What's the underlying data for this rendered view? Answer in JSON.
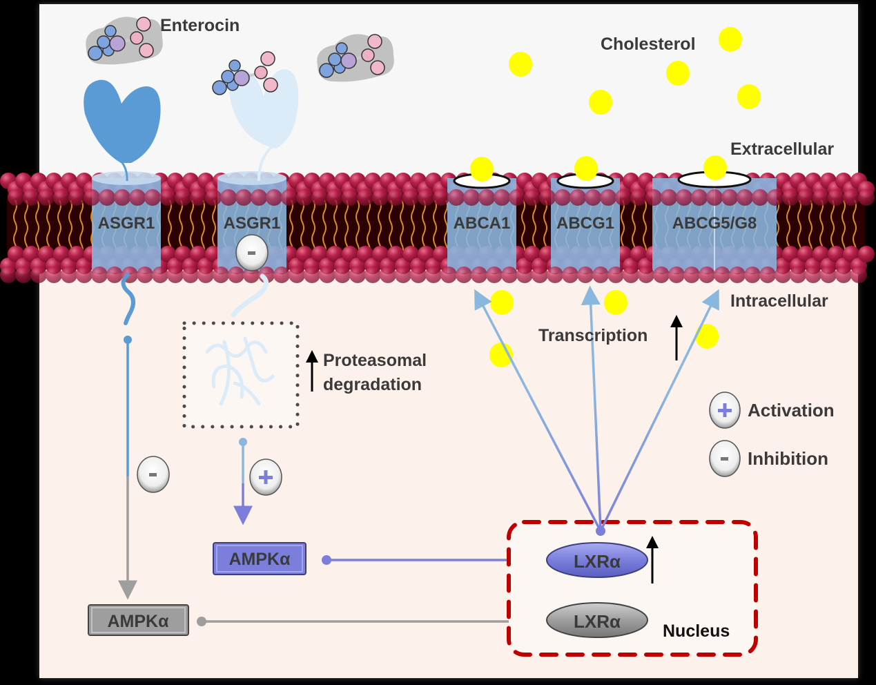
{
  "labels": {
    "enterocin": "Enterocin",
    "cholesterol": "Cholesterol",
    "extracellular": "Extracellular",
    "intracellular": "Intracellular",
    "transcription": "Transcription",
    "proteasomal_line1": "Proteasomal",
    "proteasomal_line2": "degradation",
    "nucleus": "Nucleus"
  },
  "transporters": [
    {
      "name": "ASGR1",
      "state": "active"
    },
    {
      "name": "ASGR1",
      "state": "inhibited"
    },
    {
      "name": "ABCA1"
    },
    {
      "name": "ABCG1"
    },
    {
      "name": "ABCG5/G8"
    }
  ],
  "nodes": {
    "ampk_active": "AMPKα",
    "ampk_inactive": "AMPKα",
    "lxr_active": "LXRα",
    "lxr_inactive": "LXRα"
  },
  "badges": {
    "minus": "-",
    "plus": "+"
  },
  "legend": [
    {
      "symbol": "+",
      "label": "Activation"
    },
    {
      "symbol": "-",
      "label": "Inhibition"
    }
  ],
  "colors": {
    "extracellular_bg": "#f7f7f7",
    "intracellular_bg": "#fdf1eb",
    "membrane_head": "#b8214a",
    "membrane_core": "#2a0000",
    "tail": "#d98a1c",
    "transporter": "#8ab7e0",
    "receptor": "#5b9bd5",
    "receptor_faded": "#dcebf8",
    "cholesterol": "#ffff00",
    "active_purple": "#7b7fdb",
    "inactive_gray": "#9e9e9e",
    "nucleus_border": "#c00000",
    "text": "#3a3a3a"
  }
}
